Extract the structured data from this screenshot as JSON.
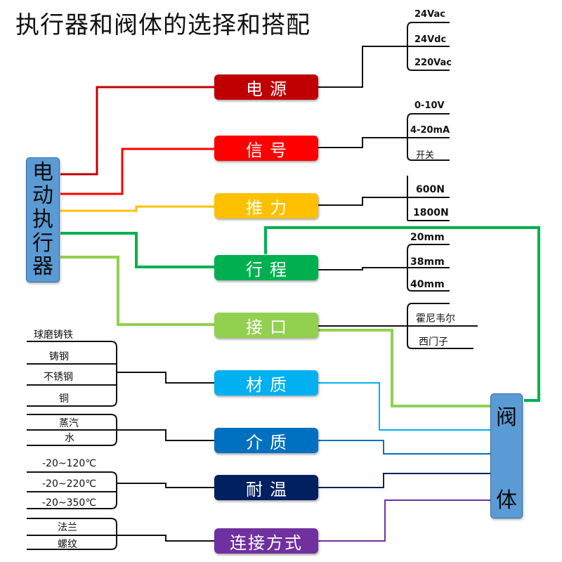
{
  "title": "执行器和阀体的选择和搭配",
  "actuator": [
    "电",
    "动",
    "执",
    "行",
    "器"
  ],
  "valve": [
    "阀",
    "体"
  ],
  "categories": {
    "power": "电源",
    "signal": "信号",
    "thrust": "推力",
    "stroke": "行程",
    "interface": "接口",
    "material": "材质",
    "medium": "介质",
    "temperature": "耐温",
    "connection": "连接方式"
  },
  "colors": {
    "power": "#c00000",
    "signal": "#ff0000",
    "thrust": "#ffc000",
    "stroke": "#00b050",
    "interface": "#92d050",
    "material": "#00b0f0",
    "medium": "#0070c0",
    "temperature": "#002060",
    "connection": "#7030a0"
  },
  "options": {
    "power": [
      "24Vac",
      "24Vdc",
      "220Vac"
    ],
    "signal": [
      "0-10V",
      "4-20mA",
      "开关"
    ],
    "thrust": [
      "600N",
      "1800N"
    ],
    "stroke": [
      "20mm",
      "38mm",
      "40mm"
    ],
    "interface": [
      "霍尼韦尔",
      "西门子"
    ],
    "material": [
      "球磨铸铁",
      "铸钢",
      "不锈钢",
      "铜"
    ],
    "medium": [
      "蒸汽",
      "水"
    ],
    "temperature": [
      "-20~120℃",
      "-20~220℃",
      "-20~350℃"
    ],
    "connection": [
      "法兰",
      "螺纹"
    ]
  }
}
